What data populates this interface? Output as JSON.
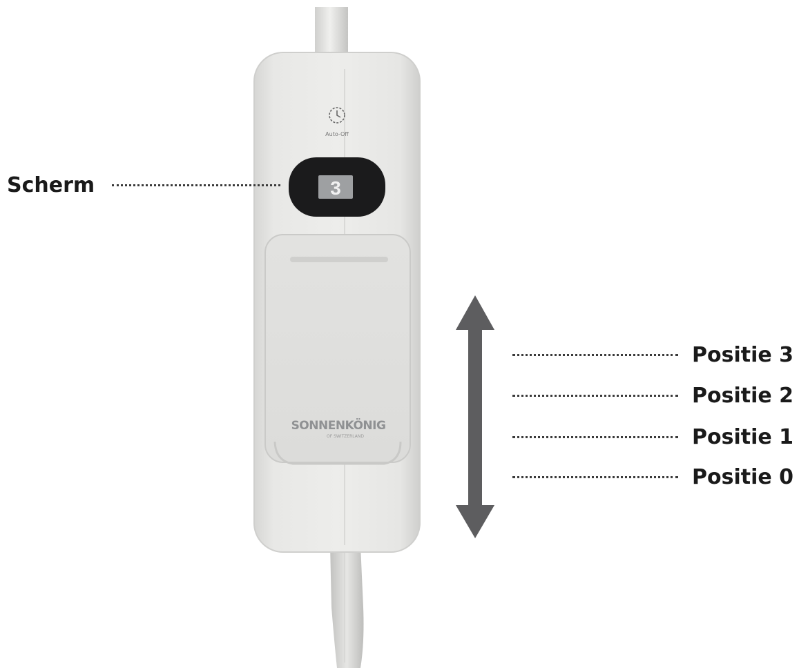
{
  "labels": {
    "screen": "Scherm",
    "positions": [
      "Positie 3",
      "Positie 2",
      "Positie 1",
      "Positie 0"
    ]
  },
  "device": {
    "display_value": "3",
    "auto_off_label": "Auto-Off",
    "brand": "SONNENKÖNIG",
    "brand_sub": "OF SWITZERLAND"
  },
  "colors": {
    "body": "#e4e4e2",
    "arrow": "#5d5d5f",
    "label": "#1a1a1a"
  },
  "icons": {
    "timer": "clock-icon",
    "motion": "double-arrow-icon"
  }
}
